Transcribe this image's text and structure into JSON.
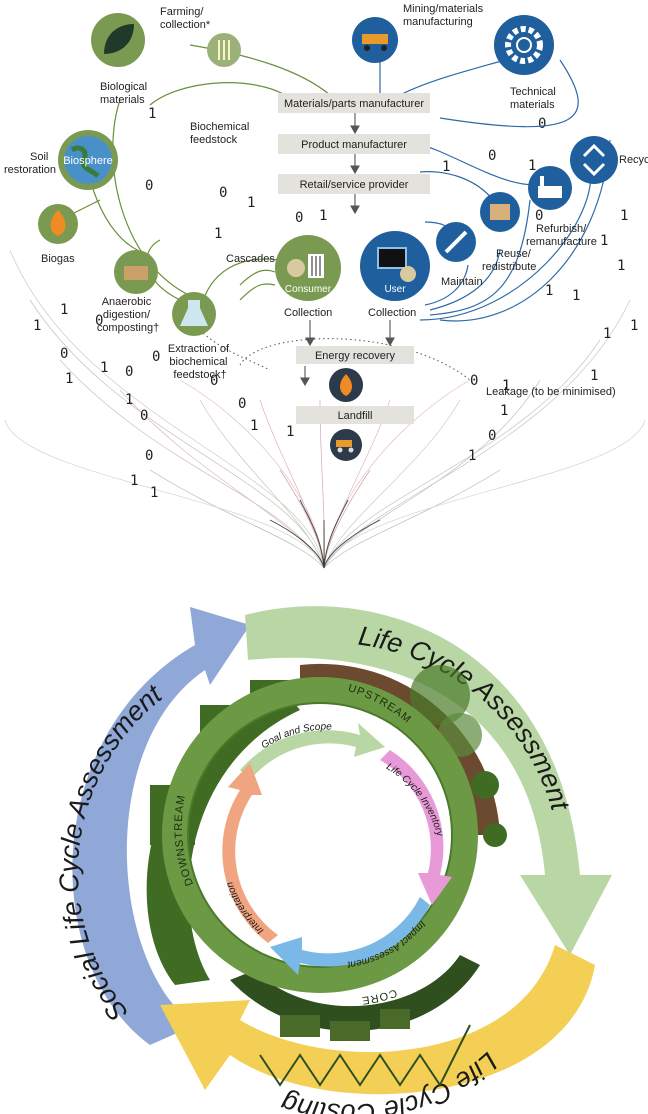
{
  "circular_economy": {
    "biological_materials": "Biological materials",
    "farming": "Farming/ collection*",
    "biosphere": "Biosphere",
    "soil_restoration": "Soil restoration",
    "biogas": "Biogas",
    "biochemical_feedstock": "Biochemical feedstock",
    "anaerobic": "Anaerobic digestion/ composting†",
    "extraction": "Extraction of biochemical feedstock†",
    "cascades": "Cascades",
    "consumer": "Consumer",
    "collection_left": "Collection",
    "collection_right": "Collection",
    "user": "User",
    "mining": "Mining/materials manufacturing",
    "technical_materials": "Technical materials",
    "recycle": "Recycle",
    "refurbish": "Refurbish/ remanufacture",
    "reuse": "Reuse/ redistribute",
    "maintain": "Maintain",
    "box_materials": "Materials/parts manufacturer",
    "box_product": "Product manufacturer",
    "box_retail": "Retail/service provider",
    "box_energy": "Energy recovery",
    "box_landfill": "Landfill",
    "leakage": "Leakage (to be minimised)"
  },
  "lifecycle": {
    "lca": "Life Cycle Assessment",
    "slca": "Social Life Cycle Assessment",
    "lcc": "Life Cycle Costing",
    "upstream": "UPSTREAM",
    "downstream": "DOWNSTREAM",
    "core": "CORE",
    "goal": "Goal and Scope",
    "inventory": "Life Cycle Inventory",
    "impact": "Impact Assessment",
    "interpretation": "Interpretation"
  },
  "colors": {
    "lca": "#b9d7a4",
    "slca": "#8fa8d8",
    "lcc": "#f3cf55",
    "dark_green": "#3f6b23",
    "ring_green": "#6c9a44",
    "brown": "#6b4a2f",
    "bio_circle": "#7a9a52",
    "tech_circle": "#1f5f9e",
    "box": "#e4e2dc"
  }
}
